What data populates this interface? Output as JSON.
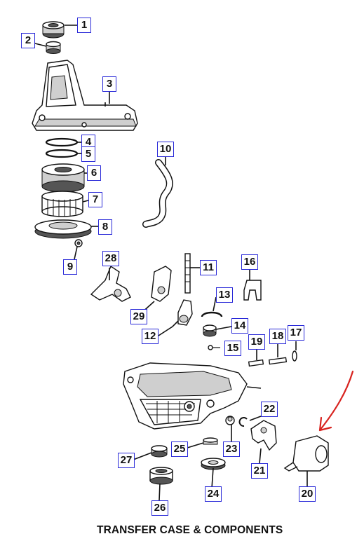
{
  "diagram": {
    "caption": "TRANSFER CASE & COMPONENTS",
    "accent_color": "#2a2ad8",
    "annotation_color": "#d8231f",
    "callouts": [
      {
        "id": "c1",
        "label": "1"
      },
      {
        "id": "c2",
        "label": "2"
      },
      {
        "id": "c3",
        "label": "3"
      },
      {
        "id": "c4",
        "label": "4"
      },
      {
        "id": "c5",
        "label": "5"
      },
      {
        "id": "c6",
        "label": "6"
      },
      {
        "id": "c7",
        "label": "7"
      },
      {
        "id": "c8",
        "label": "8"
      },
      {
        "id": "c9",
        "label": "9"
      },
      {
        "id": "c10",
        "label": "10"
      },
      {
        "id": "c11",
        "label": "11"
      },
      {
        "id": "c12",
        "label": "12"
      },
      {
        "id": "c13",
        "label": "13"
      },
      {
        "id": "c14",
        "label": "14"
      },
      {
        "id": "c15",
        "label": "15"
      },
      {
        "id": "c16",
        "label": "16"
      },
      {
        "id": "c17",
        "label": "17"
      },
      {
        "id": "c18",
        "label": "18"
      },
      {
        "id": "c19",
        "label": "19"
      },
      {
        "id": "c20",
        "label": "20"
      },
      {
        "id": "c21",
        "label": "21"
      },
      {
        "id": "c22",
        "label": "22"
      },
      {
        "id": "c23",
        "label": "23"
      },
      {
        "id": "c24",
        "label": "24"
      },
      {
        "id": "c25",
        "label": "25"
      },
      {
        "id": "c26",
        "label": "26"
      },
      {
        "id": "c27",
        "label": "27"
      },
      {
        "id": "c28",
        "label": "28"
      },
      {
        "id": "c29",
        "label": "29"
      }
    ]
  }
}
